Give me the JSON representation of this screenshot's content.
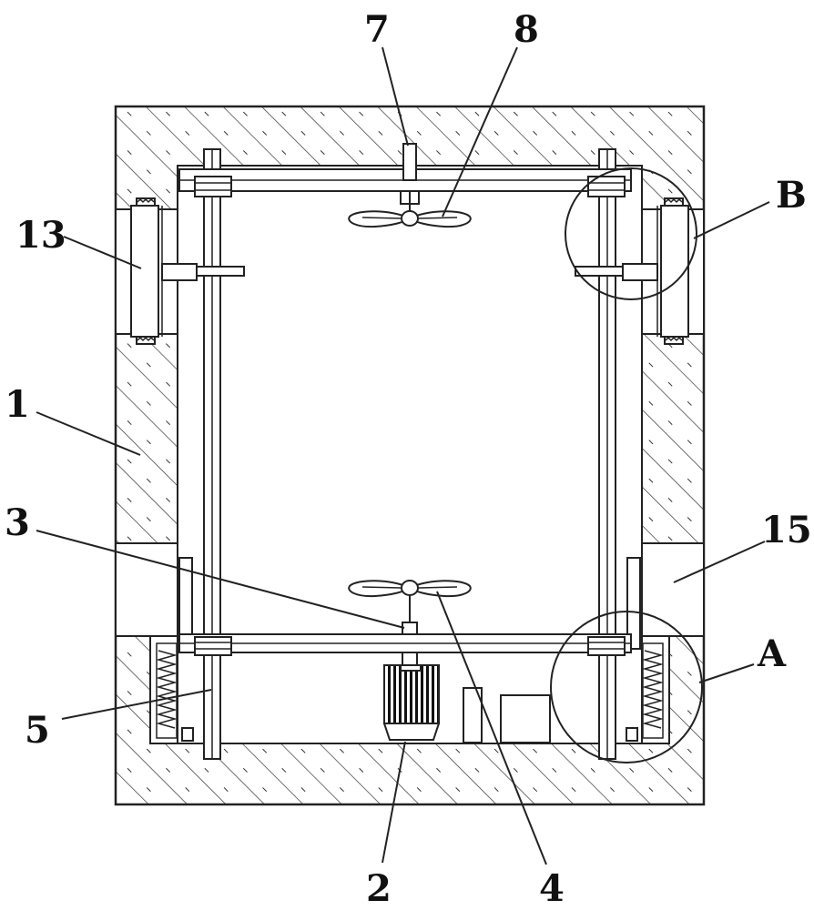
{
  "labels": {
    "l1": "1",
    "l2": "2",
    "l3": "3",
    "l4": "4",
    "l5": "5",
    "l7": "7",
    "l8": "8",
    "l13": "13",
    "l15": "15",
    "lA": "A",
    "lB": "B"
  }
}
